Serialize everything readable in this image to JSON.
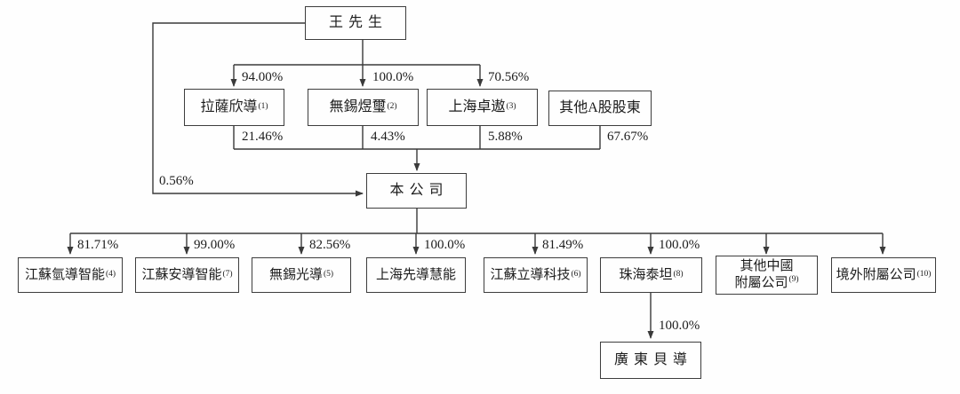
{
  "diagram": {
    "title_hint": "ownership-structure-chart",
    "root": {
      "label": "王先生"
    },
    "company": {
      "label": "本公司"
    },
    "direct_pct": "0.56%",
    "shareholders": [
      {
        "name": "拉薩欣導",
        "sup": "(1)",
        "pct_from_root": "94.00%",
        "pct_in_company": "21.46%"
      },
      {
        "name": "無錫煜璽",
        "sup": "(2)",
        "pct_from_root": "100.0%",
        "pct_in_company": "4.43%"
      },
      {
        "name": "上海卓遨",
        "sup": "(3)",
        "pct_from_root": "70.56%",
        "pct_in_company": "5.88%"
      },
      {
        "name": "其他A股股東",
        "sup": "",
        "pct_from_root": "",
        "pct_in_company": "67.67%"
      }
    ],
    "subsidiaries": [
      {
        "name": "江蘇氫導智能",
        "sup": "(4)",
        "pct": "81.71%"
      },
      {
        "name": "江蘇安導智能",
        "sup": "(7)",
        "pct": "99.00%"
      },
      {
        "name": "無錫光導",
        "sup": "(5)",
        "pct": "82.56%"
      },
      {
        "name": "上海先導慧能",
        "sup": "",
        "pct": "100.0%"
      },
      {
        "name": "江蘇立導科技",
        "sup": "(6)",
        "pct": "81.49%"
      },
      {
        "name": "珠海泰坦",
        "sup": "(8)",
        "pct": "100.0%"
      },
      {
        "name": "其他中國",
        "name_line2": "附屬公司",
        "sup": "(9)",
        "pct": ""
      },
      {
        "name": "境外附屬公司",
        "sup": "(10)",
        "pct": ""
      }
    ],
    "second_level": {
      "name": "廣東貝導",
      "pct": "100.0%"
    },
    "colors": {
      "line": "#3a3a3a",
      "box_border": "#3d3d3d",
      "text": "#1c1c1c",
      "background": "#fefefe"
    }
  }
}
